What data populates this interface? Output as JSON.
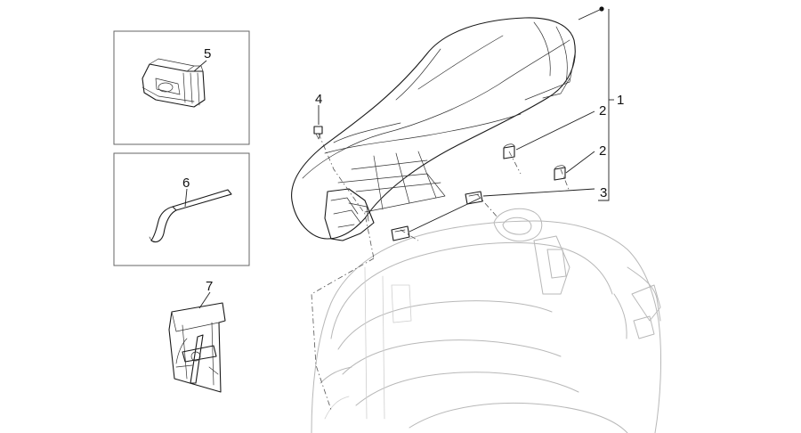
{
  "callouts": [
    {
      "id": "c1",
      "label": "1"
    },
    {
      "id": "c2a",
      "label": "2"
    },
    {
      "id": "c2b",
      "label": "2"
    },
    {
      "id": "c3",
      "label": "3"
    },
    {
      "id": "c4",
      "label": "4"
    },
    {
      "id": "c5",
      "label": "5"
    },
    {
      "id": "c6",
      "label": "6"
    },
    {
      "id": "c7",
      "label": "7"
    }
  ],
  "parts": [
    {
      "callout": "1",
      "part": "seat-assembly"
    },
    {
      "callout": "2",
      "part": "rubber-buffer"
    },
    {
      "callout": "3",
      "part": "seat-hinge-clip"
    },
    {
      "callout": "4",
      "part": "screw"
    },
    {
      "callout": "5",
      "part": "clip"
    },
    {
      "callout": "6",
      "part": "spanner-tool"
    },
    {
      "callout": "7",
      "part": "tool-kit-pouch"
    }
  ],
  "colors": {
    "ink": "#1a1a1a",
    "ghost": "#b8b8b8",
    "frame": "#666666",
    "background": "#ffffff"
  }
}
